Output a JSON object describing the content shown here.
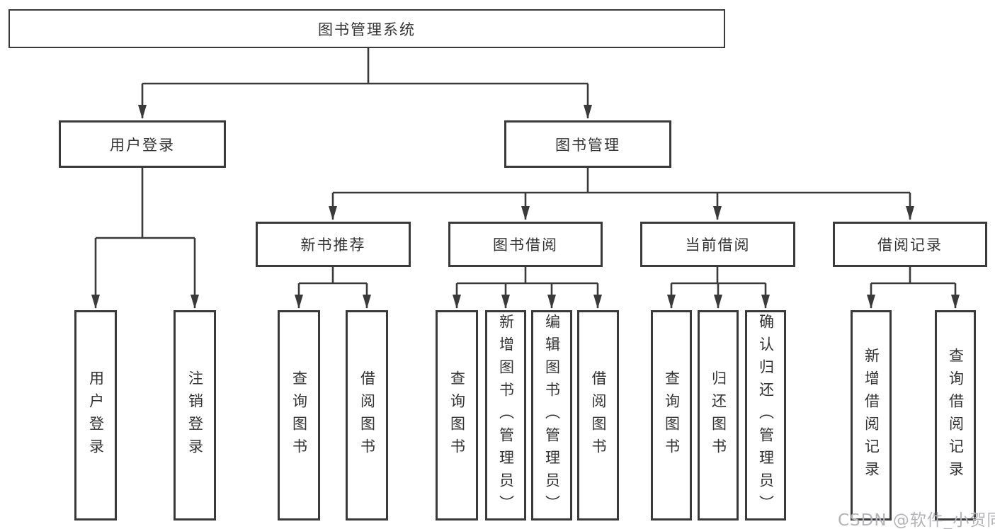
{
  "diagram": {
    "root": {
      "label": "图书管理系统"
    },
    "branches": [
      {
        "label": "用户登录",
        "children": [
          {
            "label": "用户登录"
          },
          {
            "label": "注销登录"
          }
        ]
      },
      {
        "label": "图书管理",
        "children": [
          {
            "label": "新书推荐",
            "children": [
              {
                "label": "查询图书"
              },
              {
                "label": "借阅图书"
              }
            ]
          },
          {
            "label": "图书借阅",
            "children": [
              {
                "label": "查询图书"
              },
              {
                "label": "新增图书（管理员）"
              },
              {
                "label": "编辑图书（管理员）"
              },
              {
                "label": "借阅图书"
              }
            ]
          },
          {
            "label": "当前借阅",
            "children": [
              {
                "label": "查询图书"
              },
              {
                "label": "归还图书"
              },
              {
                "label": "确认归还（管理员）"
              }
            ]
          },
          {
            "label": "借阅记录",
            "children": [
              {
                "label": "新增借阅记录"
              },
              {
                "label": "查询借阅记录"
              }
            ]
          }
        ]
      }
    ]
  },
  "watermark": {
    "text": "CSDN @软件_小贺同学"
  },
  "colors": {
    "line": "#3a3a3a",
    "text": "#333333",
    "background": "#ffffff",
    "watermark": "#b4b4b8"
  }
}
